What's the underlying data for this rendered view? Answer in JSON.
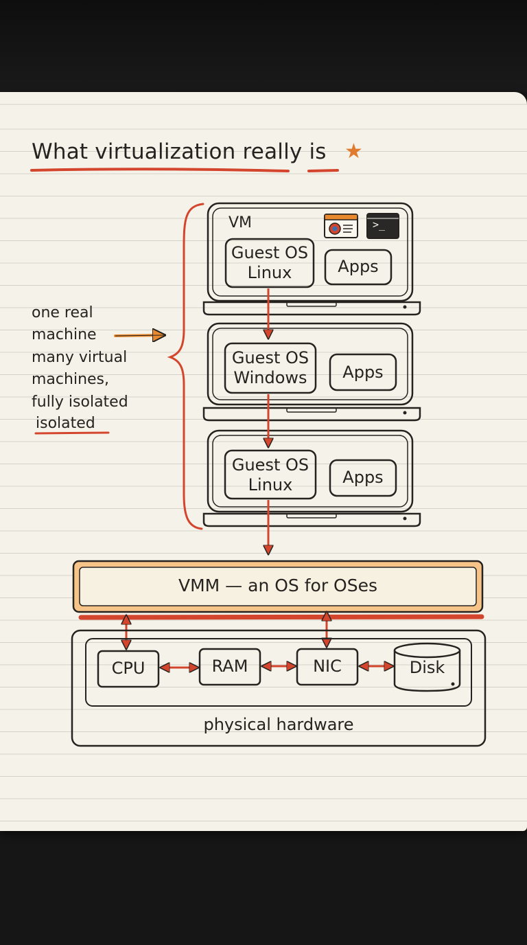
{
  "title": "What virtualization really is",
  "icons": {
    "star": "star-icon",
    "browser": "browser-window-icon",
    "terminal": "terminal-icon",
    "disk": "disk-cylinder-icon"
  },
  "side_note": {
    "lines": [
      "one real",
      "machine",
      "many virtual",
      "machines,",
      "fully isolated",
      "isolated"
    ]
  },
  "vms": [
    {
      "label": "VM",
      "guest": [
        "Guest OS",
        "Linux"
      ],
      "apps": "Apps"
    },
    {
      "label": "",
      "guest": [
        "Guest OS",
        "Windows"
      ],
      "apps": "Apps"
    },
    {
      "label": "",
      "guest": [
        "Guest OS",
        "Linux"
      ],
      "apps": "Apps"
    }
  ],
  "terminal_prompt": ">_",
  "vmm": {
    "label": "VMM — an OS for OSes"
  },
  "hardware": {
    "components": [
      "CPU",
      "RAM",
      "NIC",
      "Disk"
    ],
    "label": "physical hardware"
  },
  "colors": {
    "accent_red": "#d4452e",
    "accent_orange": "#e8892f",
    "ink": "#262220",
    "paper": "#f5f3e9"
  }
}
